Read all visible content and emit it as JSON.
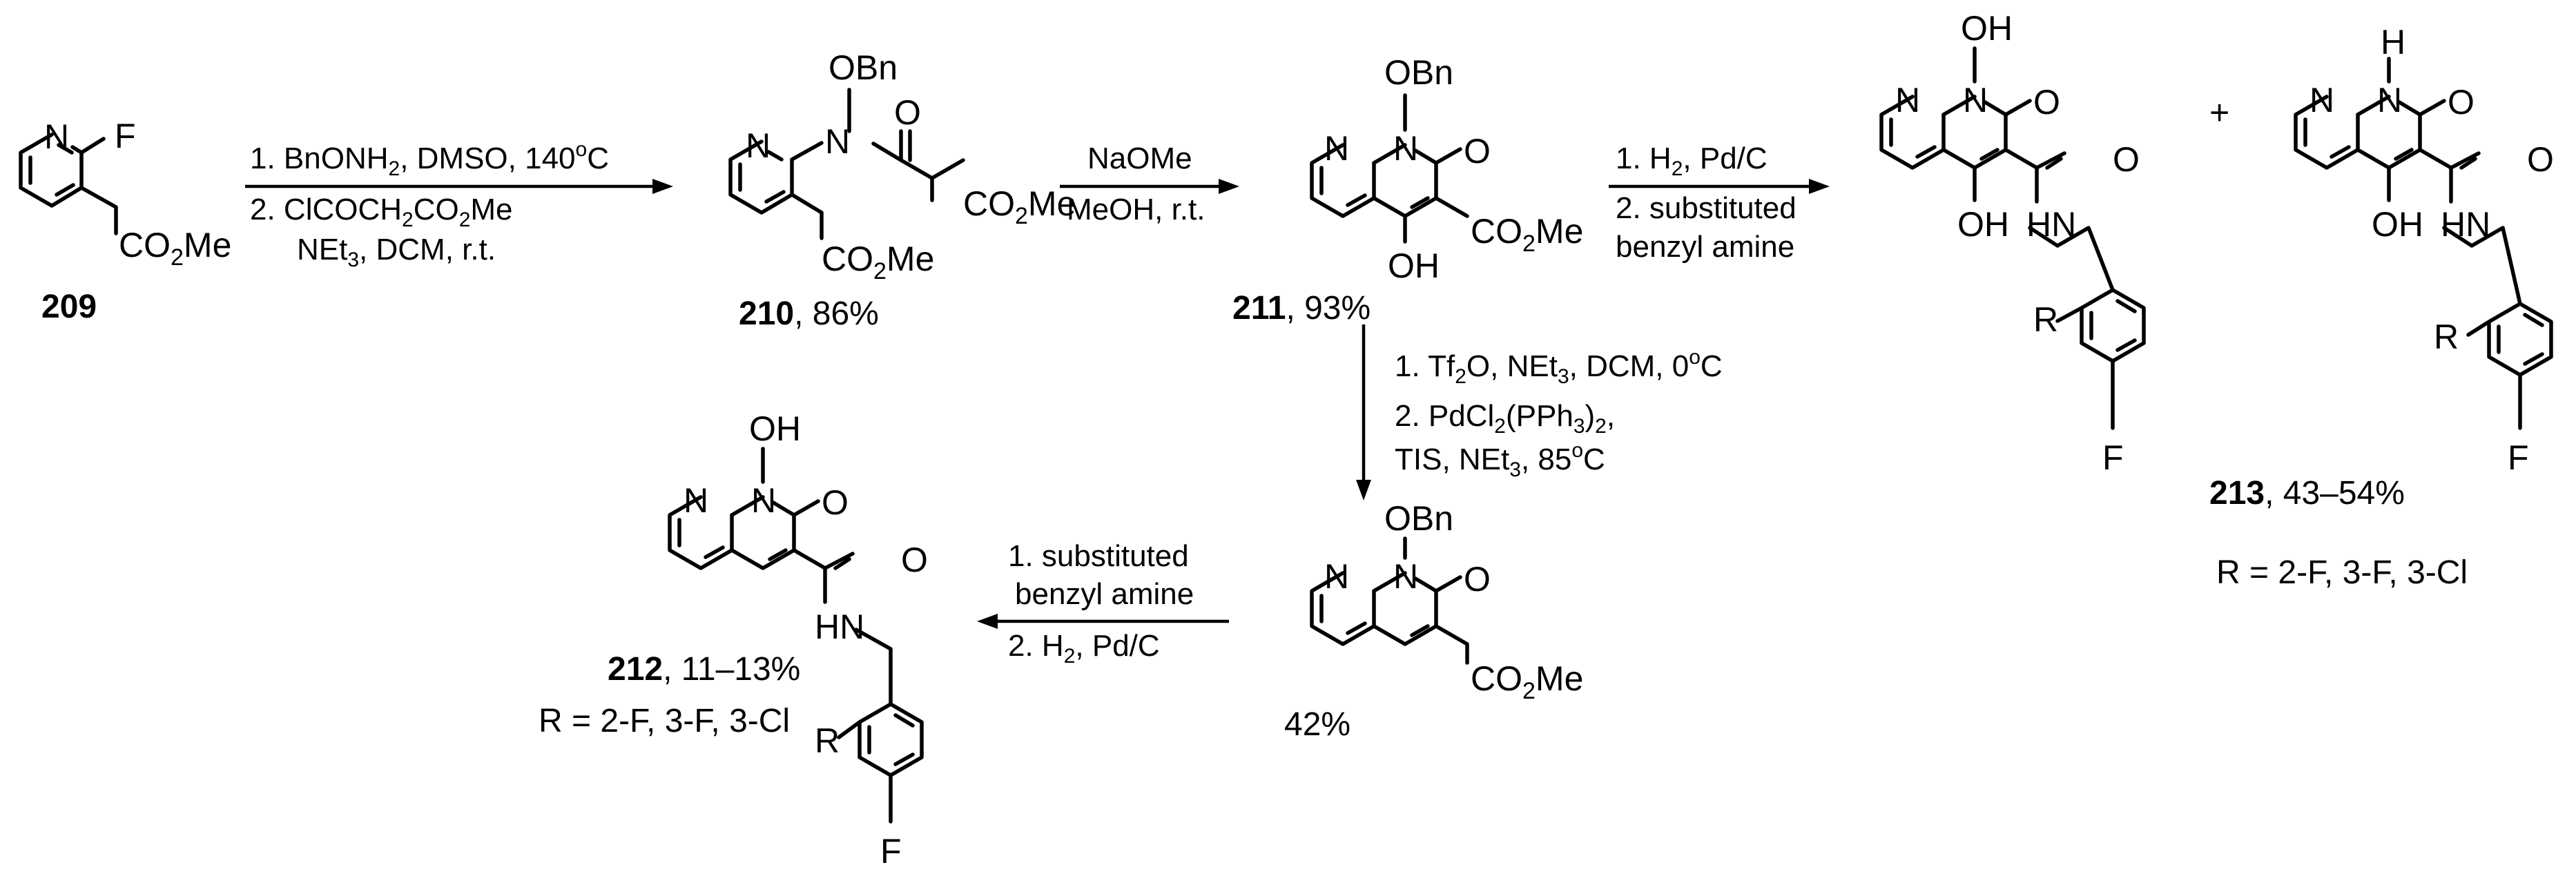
{
  "compounds": {
    "c209": {
      "id": "209",
      "yield": ""
    },
    "c210": {
      "id": "210",
      "yield": ", 86%"
    },
    "c211": {
      "id": "211",
      "yield": ", 93%"
    },
    "c212": {
      "id": "212",
      "yield": ", 11–13%",
      "r_groups": "R = 2-F, 3-F, 3-Cl"
    },
    "c213": {
      "id": "213",
      "yield": ", 43–54%",
      "r_groups": "R = 2-F, 3-F, 3-Cl"
    },
    "intermediate": {
      "yield": "42%"
    }
  },
  "steps": {
    "s1": {
      "line1": "1. BnONH",
      "line1_sub": "2",
      "line1_tail": ", DMSO, 140",
      "line1_sup": "o",
      "line1_end": "C",
      "line2": "2. ClCOCH",
      "line2_sub": "2",
      "line2_mid": "CO",
      "line2_sub2": "2",
      "line2_end": "Me",
      "line3": "NEt",
      "line3_sub": "3",
      "line3_end": ", DCM, r.t."
    },
    "s2": {
      "line1": "NaOMe",
      "line2": "MeOH, r.t."
    },
    "s3": {
      "line1": "1. H",
      "line1_sub": "2",
      "line1_end": ", Pd/C",
      "line2": "2. substituted",
      "line3": "benzyl amine"
    },
    "s4": {
      "line1": "1. Tf",
      "line1_sub": "2",
      "line1_mid": "O, NEt",
      "line1_sub2": "3",
      "line1_tail": ", DCM, 0",
      "line1_sup": "o",
      "line1_end": "C",
      "line2": "2. PdCl",
      "line2_sub": "2",
      "line2_mid": "(PPh",
      "line2_sub2": "3",
      "line2_end": ")",
      "line2_sub3": "2",
      "line2_comma": ",",
      "line3": "TIS, NEt",
      "line3_sub": "3",
      "line3_tail": ", 85",
      "line3_sup": "o",
      "line3_end": "C"
    },
    "s5": {
      "line1": "1. substituted",
      "line2": "benzyl amine",
      "line3": "2. H",
      "line3_sub": "2",
      "line3_end": ", Pd/C"
    }
  },
  "atoms": {
    "N": "N",
    "F": "F",
    "O": "O",
    "OH": "OH",
    "OBn": "OBn",
    "H": "H",
    "R": "R",
    "HN": "HN",
    "CO2Me": "CO",
    "CO2Me_sub": "2",
    "CO2Me_end": "Me",
    "plus": "+"
  }
}
